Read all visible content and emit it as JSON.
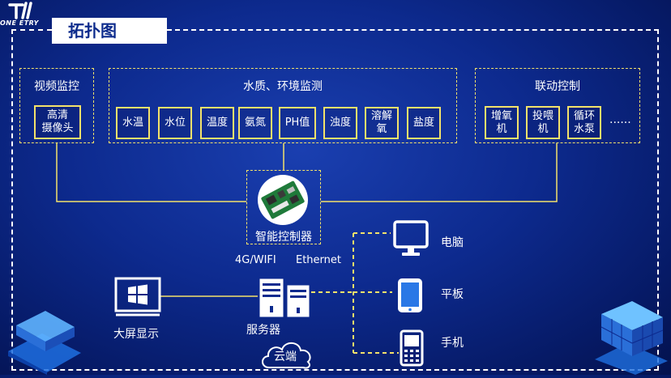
{
  "logo": {
    "text": "ONE ETRY"
  },
  "title": "拓扑图",
  "groups": {
    "video": {
      "label": "视频监控",
      "items": [
        "高清\n摄像头"
      ]
    },
    "water": {
      "label": "水质、环境监测",
      "items": [
        "水温",
        "水位",
        "温度",
        "氨氮",
        "PH值",
        "浊度",
        "溶解\n氧",
        "盐度"
      ]
    },
    "control": {
      "label": "联动控制",
      "items": [
        "增氧\n机",
        "投喂\n机",
        "循环\n水泵"
      ],
      "more": "......"
    }
  },
  "controller": {
    "label": "智能控制器"
  },
  "links": {
    "wireless": "4G/WIFI",
    "wired": "Ethernet"
  },
  "server": {
    "label": "服务器"
  },
  "cloud": {
    "label": "云端"
  },
  "display": {
    "label": "大屏显示"
  },
  "devices": [
    {
      "label": "电脑",
      "icon": "monitor-icon"
    },
    {
      "label": "平板",
      "icon": "tablet-icon"
    },
    {
      "label": "手机",
      "icon": "phone-icon"
    }
  ],
  "colors": {
    "accent": "#f3e26a",
    "background": "#0d2a8e",
    "title_text": "#0c2b8c"
  }
}
